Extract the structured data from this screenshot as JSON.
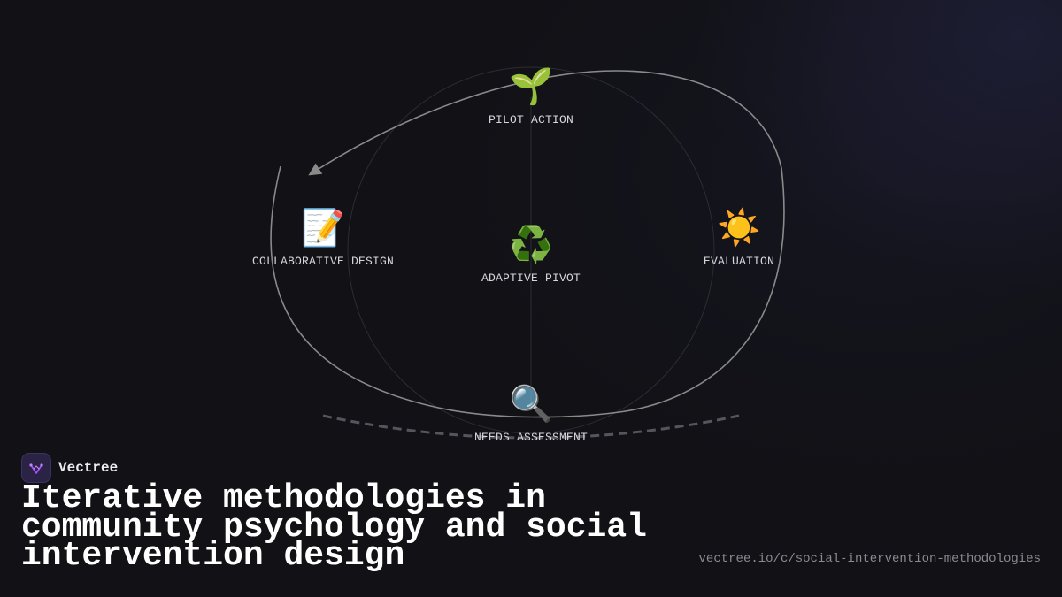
{
  "diagram": {
    "center": {
      "label": "ADAPTIVE PIVOT",
      "icon": "recycle-icon",
      "glyph": "♻️"
    },
    "nodes": [
      {
        "key": "pilot",
        "label": "PILOT ACTION",
        "icon": "seedling-icon",
        "glyph": "🌱"
      },
      {
        "key": "design",
        "label": "COLLABORATIVE DESIGN",
        "icon": "memo-icon",
        "glyph": "📝"
      },
      {
        "key": "evaluation",
        "label": "EVALUATION",
        "icon": "sun-icon",
        "glyph": "☀️"
      },
      {
        "key": "needs",
        "label": "NEEDS ASSESSMENT",
        "icon": "magnifier-icon",
        "glyph": "🔍"
      }
    ]
  },
  "brand": {
    "name": "Vectree",
    "logo": "vectree-logo-icon"
  },
  "title": "Iterative methodologies in community psychology and social intervention design",
  "url": "vectree.io/c/social-intervention-methodologies",
  "colors": {
    "background": "#111116",
    "loop_stroke": "#8a8a8a",
    "text": "#d6d6dc",
    "title": "#ffffff",
    "url": "#8a8a92",
    "brand_accent": "#a855f7"
  }
}
